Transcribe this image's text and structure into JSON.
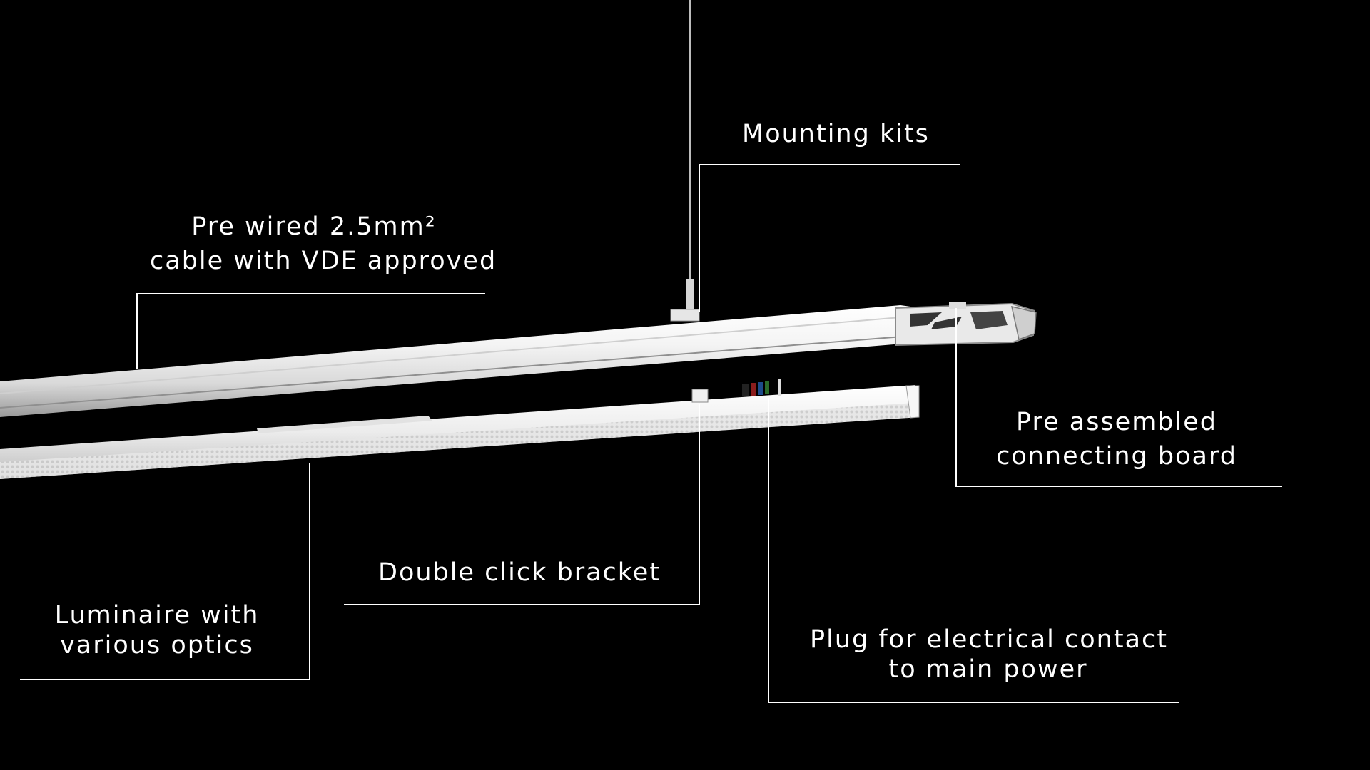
{
  "callouts": {
    "mounting_kits": {
      "lines": [
        "Mounting kits"
      ]
    },
    "pre_wired": {
      "lines": [
        "Pre wired 2.5mm²",
        "cable with VDE approved"
      ]
    },
    "connecting_board": {
      "lines": [
        "Pre assembled",
        "connecting board"
      ]
    },
    "double_click": {
      "lines": [
        "Double click bracket"
      ]
    },
    "luminaire": {
      "lines": [
        "Luminaire with",
        "various optics"
      ]
    },
    "plug": {
      "lines": [
        "Plug for electrical contact",
        "to main power"
      ]
    }
  },
  "colors": {
    "background": "#000000",
    "text": "#ffffff",
    "leader_line": "#ffffff",
    "product_body": "#f2f2f2"
  }
}
